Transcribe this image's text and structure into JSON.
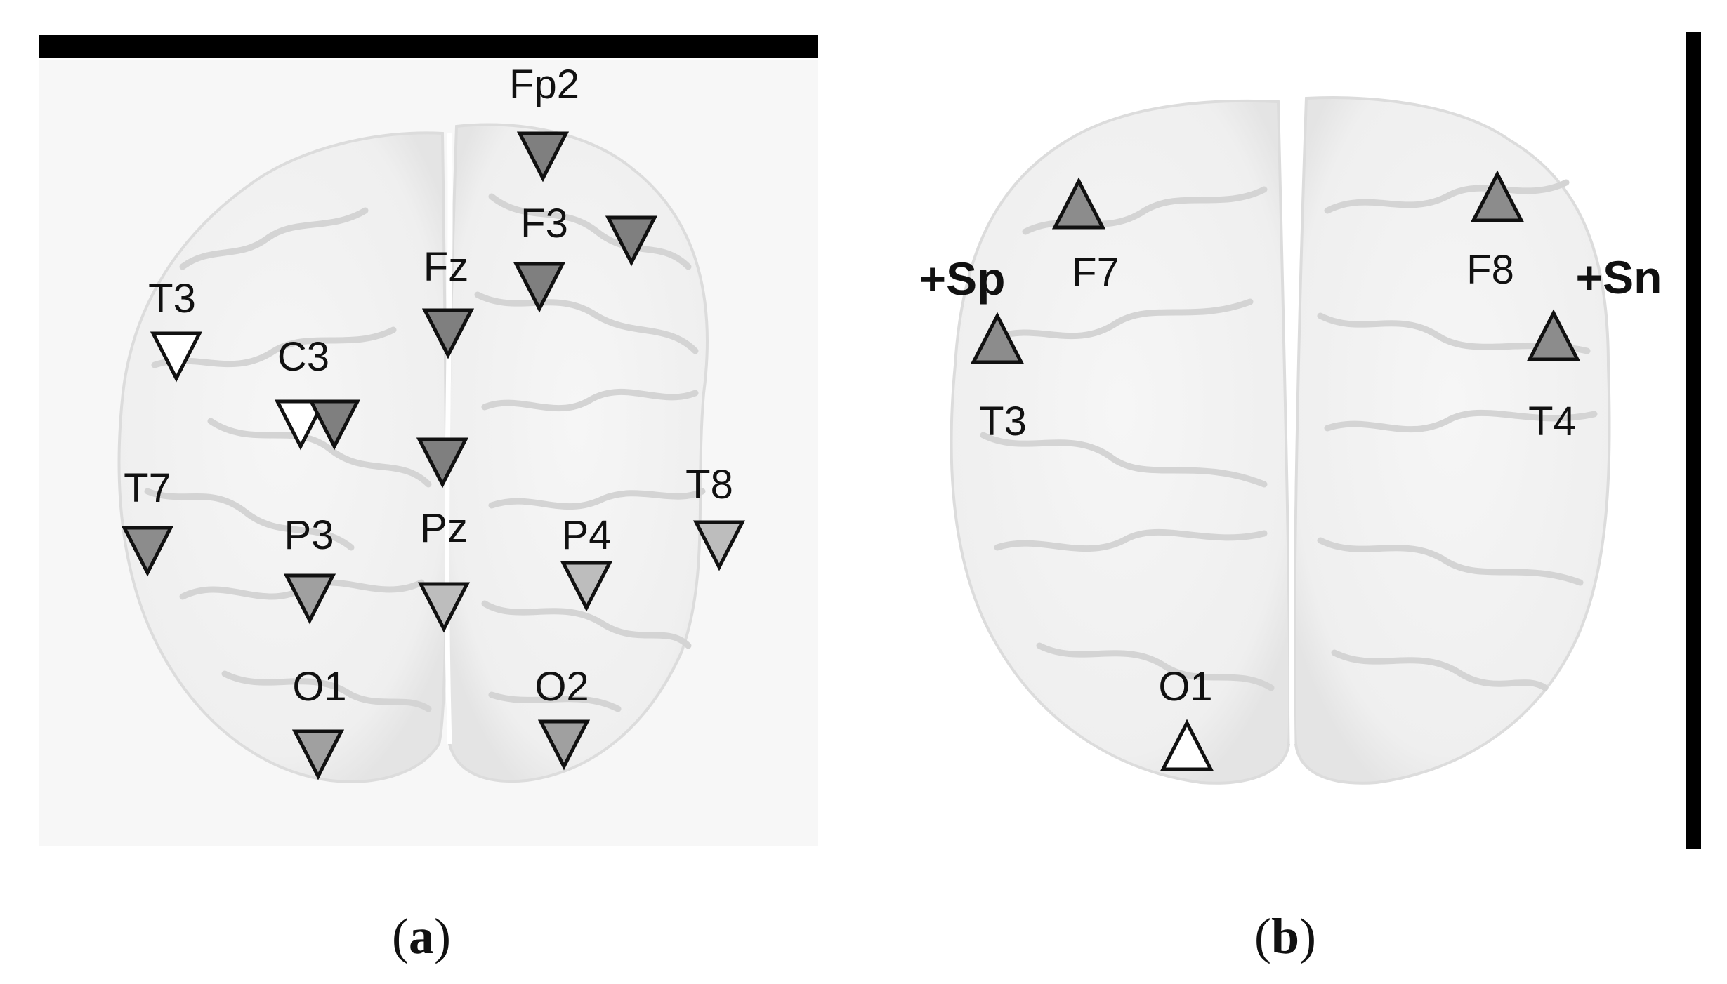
{
  "panels": [
    {
      "caption_open": "(",
      "caption_letter": "a",
      "caption_close": ")",
      "electrodes": [
        {
          "label": "Fp2",
          "direction": "down",
          "fill": "#7f7f7f"
        },
        {
          "label": "",
          "direction": "down",
          "fill": "#7f7f7f"
        },
        {
          "label": "F3",
          "direction": "down",
          "fill": "#7f7f7f"
        },
        {
          "label": "Fz",
          "direction": "down",
          "fill": "#7f7f7f"
        },
        {
          "label": "T3",
          "direction": "down",
          "fill": "#ffffff"
        },
        {
          "label": "C3",
          "direction": "down",
          "fill": "#ffffff"
        },
        {
          "label": "",
          "direction": "down",
          "fill": "#7f7f7f"
        },
        {
          "label": "",
          "direction": "down",
          "fill": "#7f7f7f"
        },
        {
          "label": "T7",
          "direction": "down",
          "fill": "#8c8c8c"
        },
        {
          "label": "P3",
          "direction": "down",
          "fill": "#a0a0a0"
        },
        {
          "label": "Pz",
          "direction": "down",
          "fill": "#bdbdbd"
        },
        {
          "label": "P4",
          "direction": "down",
          "fill": "#bdbdbd"
        },
        {
          "label": "T8",
          "direction": "down",
          "fill": "#bdbdbd"
        },
        {
          "label": "O1",
          "direction": "down",
          "fill": "#a0a0a0"
        },
        {
          "label": "O2",
          "direction": "down",
          "fill": "#a0a0a0"
        }
      ]
    },
    {
      "caption_open": "(",
      "caption_letter": "b",
      "caption_close": ")",
      "side_labels": {
        "left": "+Sp",
        "right": "+Sn"
      },
      "electrodes": [
        {
          "label": "F7",
          "direction": "up",
          "fill": "#8c8c8c"
        },
        {
          "label": "F8",
          "direction": "up",
          "fill": "#8c8c8c"
        },
        {
          "label": "T3",
          "direction": "up",
          "fill": "#8c8c8c"
        },
        {
          "label": "T4",
          "direction": "up",
          "fill": "#8c8c8c"
        },
        {
          "label": "O1",
          "direction": "up",
          "fill": "#ffffff"
        }
      ]
    }
  ],
  "colors": {
    "brain": "#f0f0f0",
    "brain_outline": "#dcdcdc",
    "bar": "#000000",
    "marker_stroke": "#111111"
  }
}
